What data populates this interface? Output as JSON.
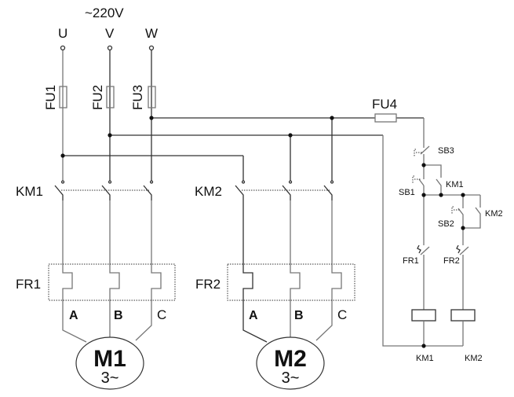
{
  "supply": {
    "voltage": "~220V",
    "phases": [
      "U",
      "V",
      "W"
    ]
  },
  "fuses": [
    "FU1",
    "FU2",
    "FU3",
    "FU4"
  ],
  "contactors": {
    "km1": "KM1",
    "km2": "KM2"
  },
  "overloads": {
    "fr1": "FR1",
    "fr2": "FR2"
  },
  "motor_terminals": [
    "A",
    "B",
    "C"
  ],
  "motors": [
    {
      "name": "M1",
      "type": "3~"
    },
    {
      "name": "M2",
      "type": "3~"
    }
  ],
  "control": {
    "sb3": "SB3",
    "sb1": "SB1",
    "sb2": "SB2",
    "km1_aux": "KM1",
    "km2_aux": "KM2",
    "fr1": "FR1",
    "fr2": "FR2",
    "coil1": "KM1",
    "coil2": "KM2"
  }
}
